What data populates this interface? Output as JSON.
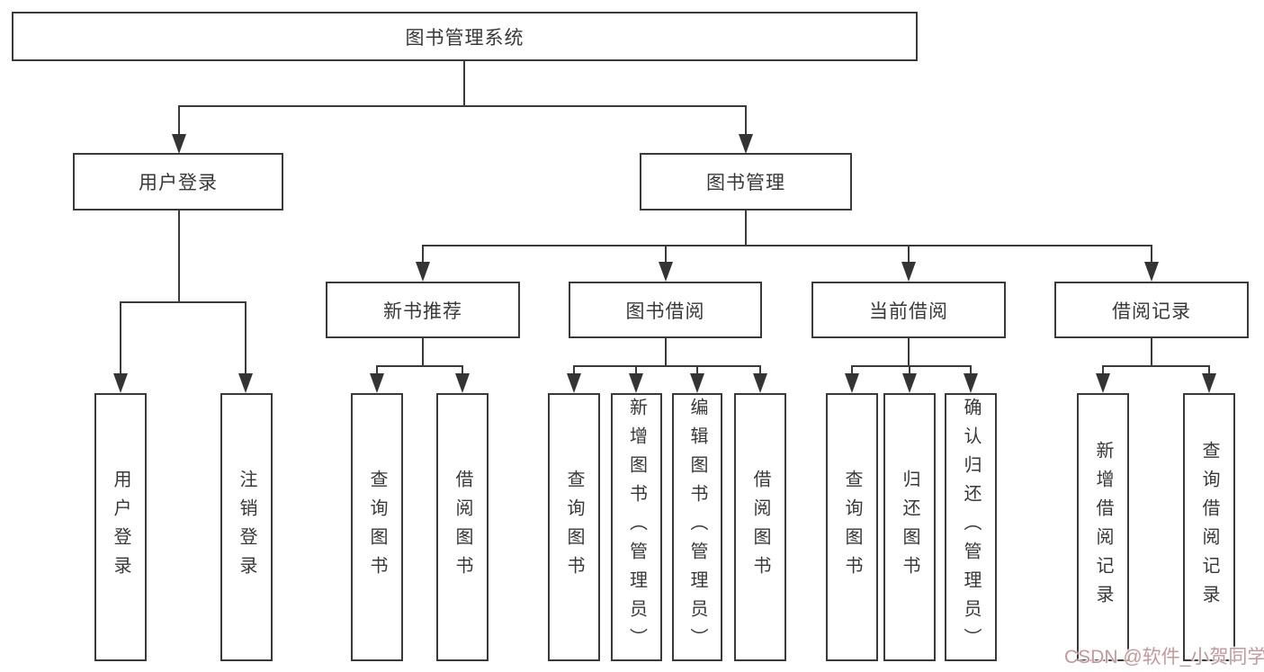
{
  "diagram_title": "图书管理系统",
  "nodes": {
    "root": {
      "label": "图书管理系统"
    },
    "user_login": {
      "label": "用户登录",
      "children": {
        "login": {
          "label": "用户登录"
        },
        "logout": {
          "label": "注销登录"
        }
      }
    },
    "book_mgmt": {
      "label": "图书管理",
      "children": {
        "new_book_rec": {
          "label": "新书推荐",
          "children": {
            "query_book": {
              "label": "查询图书"
            },
            "borrow_book": {
              "label": "借阅图书"
            }
          }
        },
        "book_borrow": {
          "label": "图书借阅",
          "children": {
            "query_book": {
              "label": "查询图书"
            },
            "add_book": {
              "label": "新增图书（管理员）"
            },
            "edit_book": {
              "label": "编辑图书（管理员）"
            },
            "borrow_book": {
              "label": "借阅图书"
            }
          }
        },
        "current_borrow": {
          "label": "当前借阅",
          "children": {
            "query_book": {
              "label": "查询图书"
            },
            "return_book": {
              "label": "归还图书"
            },
            "confirm_return": {
              "label": "确认归还（管理员）"
            }
          }
        },
        "borrow_records": {
          "label": "借阅记录",
          "children": {
            "add_record": {
              "label": "新增借阅记录"
            },
            "query_record": {
              "label": "查询借阅记录"
            }
          }
        }
      }
    }
  },
  "watermark": {
    "text": "CSDN @软件_小贺同学",
    "color": "#c5989a"
  },
  "colors": {
    "line": "#3a3a3a",
    "box_border": "#3a3a3a",
    "text": "#383838",
    "background": "#ffffff"
  }
}
